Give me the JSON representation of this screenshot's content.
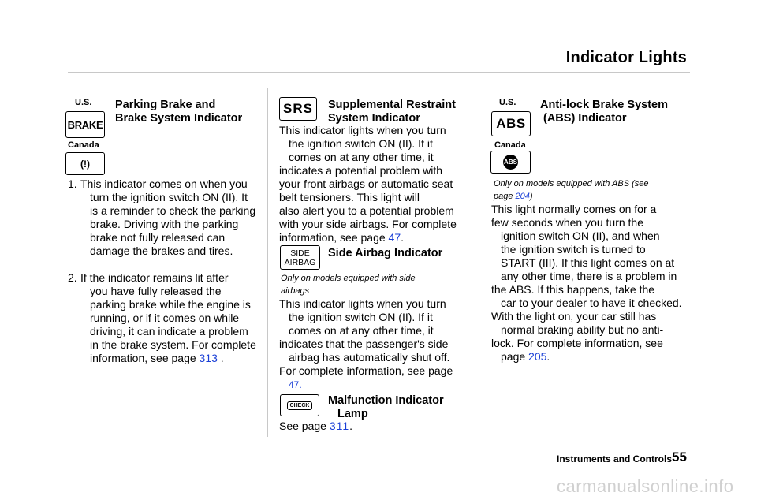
{
  "header": {
    "title": "Indicator Lights"
  },
  "col1": {
    "us_label": "U.S.",
    "brake_icon_text": "BRAKE",
    "canada_label": "Canada",
    "canada_icon_text": "(!)",
    "heading_line1": "Parking Brake and",
    "heading_line2": "Brake System Indicator",
    "items": [
      {
        "num": "1.",
        "lines": [
          "This indicator comes on when you",
          "turn the ignition switch ON (II). It",
          "is a reminder to check the parking",
          "brake. Driving with the parking",
          "brake not fully released can",
          "damage the brakes and tires."
        ]
      },
      {
        "num": "2.",
        "lines": [
          "If the indicator remains lit after",
          "you have fully released the",
          "parking brake while the engine is",
          "running, or if it comes on while",
          "driving, it can indicate a problem",
          "in the brake system. For complete"
        ],
        "last_line_prefix": "information, see page ",
        "last_line_link": "313",
        "last_line_suffix": " ."
      }
    ]
  },
  "col2": {
    "srs_icon_text": "SRS",
    "srs_heading_line1": "Supplemental Restraint",
    "srs_heading_line2": "System Indicator",
    "srs_lines": [
      "This indicator lights when you turn",
      "the ignition switch ON (II). If it",
      "comes on at any other time, it",
      "indicates a potential problem with",
      "your front airbags or automatic seat",
      "belt tensioners. This light will",
      "also alert you to a potential problem",
      "with your side airbags. For complete"
    ],
    "srs_last_prefix": "information, see page ",
    "srs_last_link": "47",
    "srs_last_suffix": ".",
    "side_icon_line1": "SIDE",
    "side_icon_line2": "AIRBAG",
    "side_heading": "Side Airbag Indicator",
    "side_note_line1": "Only on models equipped with side",
    "side_note_line2": "airbags",
    "side_lines": [
      "This indicator lights when you turn",
      "the ignition switch ON (II). If it",
      "comes on at any other time, it",
      "indicates that the passenger's side",
      "airbag has automatically shut off.",
      "For complete information, see page"
    ],
    "side_link": "47.",
    "mil_icon_text": "CHECK",
    "mil_heading_line1": "Malfunction Indicator",
    "mil_heading_line2": "Lamp",
    "mil_prefix": "See page ",
    "mil_link": "311",
    "mil_suffix": "."
  },
  "col3": {
    "us_label": "U.S.",
    "abs_icon_text": "ABS",
    "canada_label": "Canada",
    "canada_icon_text": "ABS",
    "heading_line1": "Anti-lock Brake System",
    "heading_line2": "(ABS) Indicator",
    "note_line1": "Only on models equipped with ABS (see",
    "note_prefix": "page ",
    "note_link": "204",
    "note_suffix": ")",
    "lines": [
      "This light normally comes on for a",
      "few seconds when you turn the",
      "ignition switch ON (II), and when",
      "the ignition switch is turned to",
      "START (III). If this light comes on at",
      "any other time, there is a problem in",
      "the ABS. If this happens, take the",
      "car to your dealer to have it checked.",
      "With the light on, your car still has",
      "normal braking ability but no anti-",
      "lock. For complete information, see"
    ],
    "last_prefix": "page ",
    "last_link": "205",
    "last_suffix": "."
  },
  "footer": {
    "section": "Instruments and Controls",
    "page_number": "55",
    "watermark": "carmanualsonline.info"
  }
}
